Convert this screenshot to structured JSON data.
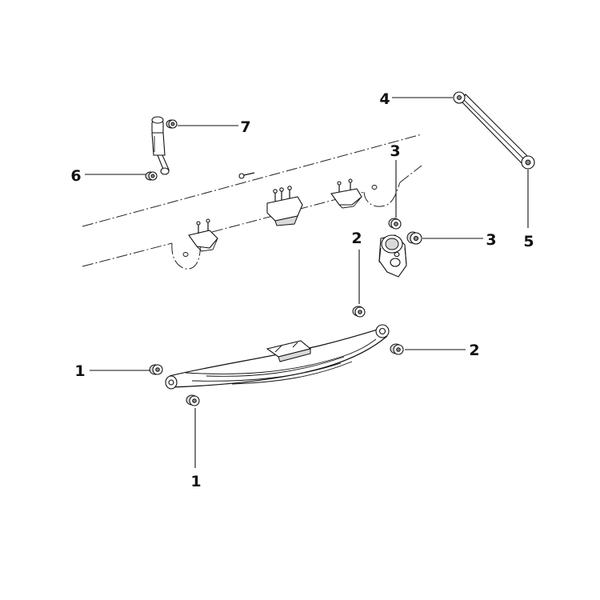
{
  "diagram": {
    "callouts": [
      {
        "id": "c1a",
        "label": "1"
      },
      {
        "id": "c1b",
        "label": "1"
      },
      {
        "id": "c2a",
        "label": "2"
      },
      {
        "id": "c2b",
        "label": "2"
      },
      {
        "id": "c3a",
        "label": "3"
      },
      {
        "id": "c3b",
        "label": "3"
      },
      {
        "id": "c4",
        "label": "4"
      },
      {
        "id": "c5",
        "label": "5"
      },
      {
        "id": "c6",
        "label": "6"
      },
      {
        "id": "c7",
        "label": "7"
      }
    ]
  }
}
